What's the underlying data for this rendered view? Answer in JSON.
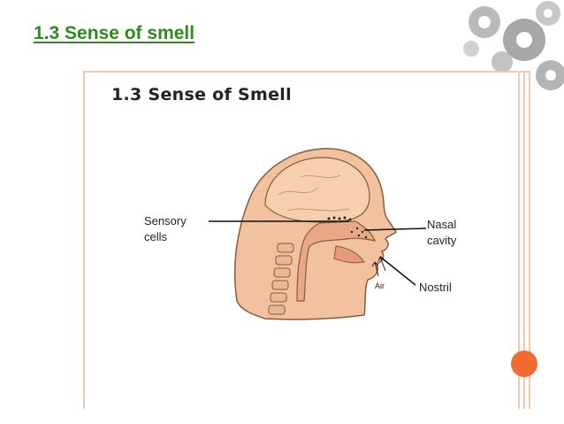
{
  "slide": {
    "title": "1.3 Sense of smell"
  },
  "diagram": {
    "title": "1.3  Sense of Smell",
    "labels": {
      "sensory_line1": "Sensory",
      "sensory_line2": "cells",
      "nasal_line1": "Nasal",
      "nasal_line2": "cavity",
      "nostril": "Nostril",
      "air": "Air"
    }
  },
  "colors": {
    "title_green": "#2e8b1e",
    "head_fill": "#f2c29e",
    "accent_orange": "#f26b2f",
    "frame": "#efc9b8"
  }
}
